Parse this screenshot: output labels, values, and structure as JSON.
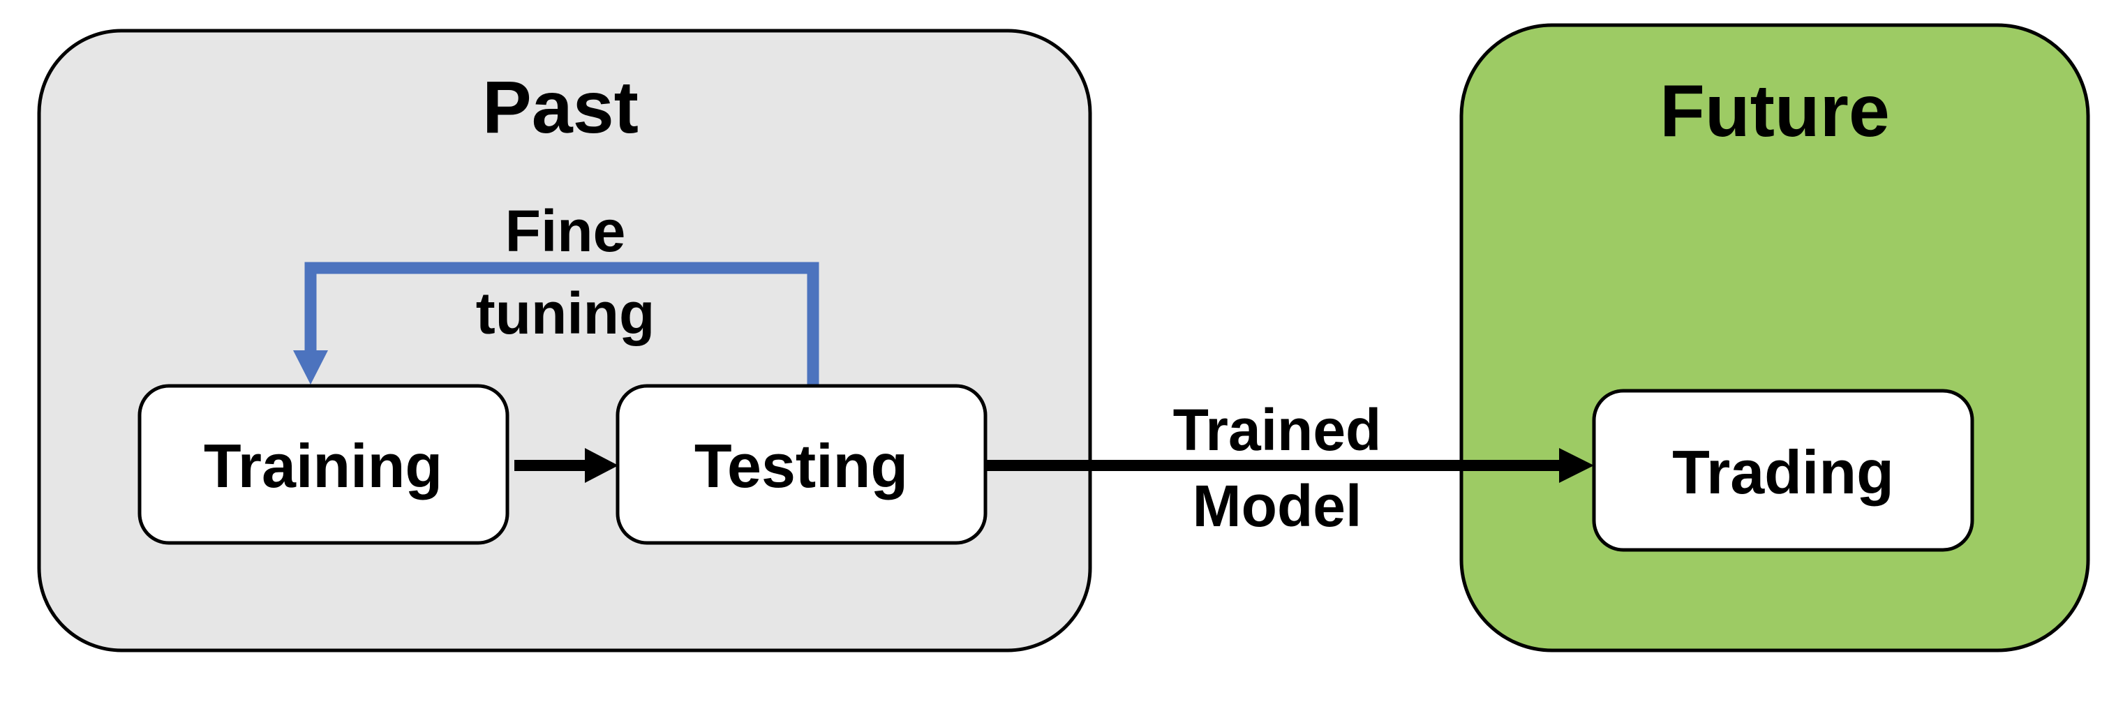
{
  "diagram": {
    "containers": {
      "past": {
        "title": "Past"
      },
      "future": {
        "title": "Future"
      }
    },
    "nodes": {
      "training": {
        "label": "Training"
      },
      "testing": {
        "label": "Testing"
      },
      "trading": {
        "label": "Trading"
      }
    },
    "connectors": {
      "training_to_testing": {
        "type": "straight-arrow",
        "from": "Training",
        "to": "Testing"
      },
      "fine_tuning": {
        "type": "elbow-arrow",
        "from": "Testing",
        "to": "Training",
        "label_line1": "Fine",
        "label_line2": "tuning"
      },
      "trained_model": {
        "type": "straight-arrow",
        "from": "Testing",
        "to": "Trading",
        "label_line1": "Trained",
        "label_line2": "Model"
      }
    }
  },
  "colors": {
    "background": "#FFFFFF",
    "past_fill": "#E6E6E6",
    "future_fill": "#9DCB64",
    "node_fill": "#FFFFFF",
    "outline": "#000000",
    "arrow_black": "#000000",
    "arrow_blue": "#4C73BE",
    "text": "#000000"
  }
}
